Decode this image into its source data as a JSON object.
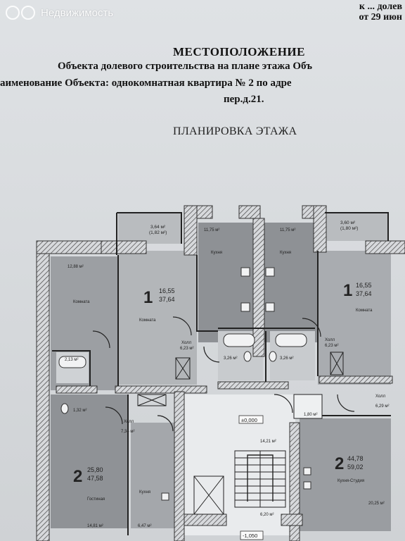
{
  "watermark": {
    "text": "Недвижимость"
  },
  "header": {
    "date_line1": "к ... долев",
    "date_line2": "от 29 июн"
  },
  "document": {
    "title": "МЕСТОПОЛОЖЕНИЕ",
    "line1": "Объекта долевого строительства на плане этажа Объ",
    "line2": "аименование Объекта: однокомнатная квартира № 2  по адре",
    "line3": "пер.д.21.",
    "subtitle": "ПЛАНИРОВКА ЭТАЖА"
  },
  "plan": {
    "balconies": [
      {
        "area": "3,64 м²",
        "sub": "(1,82 м²)"
      },
      {
        "area": "3,60 м²",
        "sub": "(1,80 м²)"
      }
    ],
    "apartments": [
      {
        "number": "1",
        "living": "16,55",
        "total": "37,64"
      },
      {
        "number": "1",
        "living": "16,55",
        "total": "37,64"
      },
      {
        "number": "2",
        "living": "25,80",
        "total": "47,58"
      },
      {
        "number": "2",
        "living": "44,78",
        "total": "59,02"
      }
    ],
    "rooms": {
      "kitchen_left": {
        "name": "Кухня",
        "area": "11,75 м²"
      },
      "kitchen_right": {
        "name": "Кухня",
        "area": "11,75 м²"
      },
      "room_left": {
        "name": "Комната",
        "area": "12,88 м²"
      },
      "room_center": {
        "name": "Комната"
      },
      "room_right": {
        "name": "Комната"
      },
      "hall_center": {
        "name": "Холл",
        "area": "6,23 м²"
      },
      "hall_right": {
        "name": "Холл",
        "area": "6,23 м²"
      },
      "bath_left": {
        "area": "2,13 м²"
      },
      "bath_c1": {
        "area": "3,26 м²"
      },
      "bath_c2": {
        "area": "3,26 м²"
      },
      "wc_left": {
        "area": "1,32 м²"
      },
      "hall_lower_left": {
        "name": "Холл",
        "area": "7,34 м²"
      },
      "hall_lower_right": {
        "name": "Холл",
        "area": "6,29 м²"
      },
      "guest_room": {
        "name": "Гостиная",
        "area": "14,81 м²"
      },
      "kitchen_lower_left": {
        "name": "Кухня",
        "area": "6,47 м²"
      },
      "kitchen_studio": {
        "name": "Кухня-Студия",
        "area": "20,25 м²"
      },
      "stair_hall": {
        "area": "14,21 м²"
      },
      "lift": {
        "area": "6,20 м²"
      },
      "small_vest": {
        "area": "1,80 м²"
      }
    },
    "level_mark": "±0,000",
    "level_mark_bottom": "-1,050"
  }
}
